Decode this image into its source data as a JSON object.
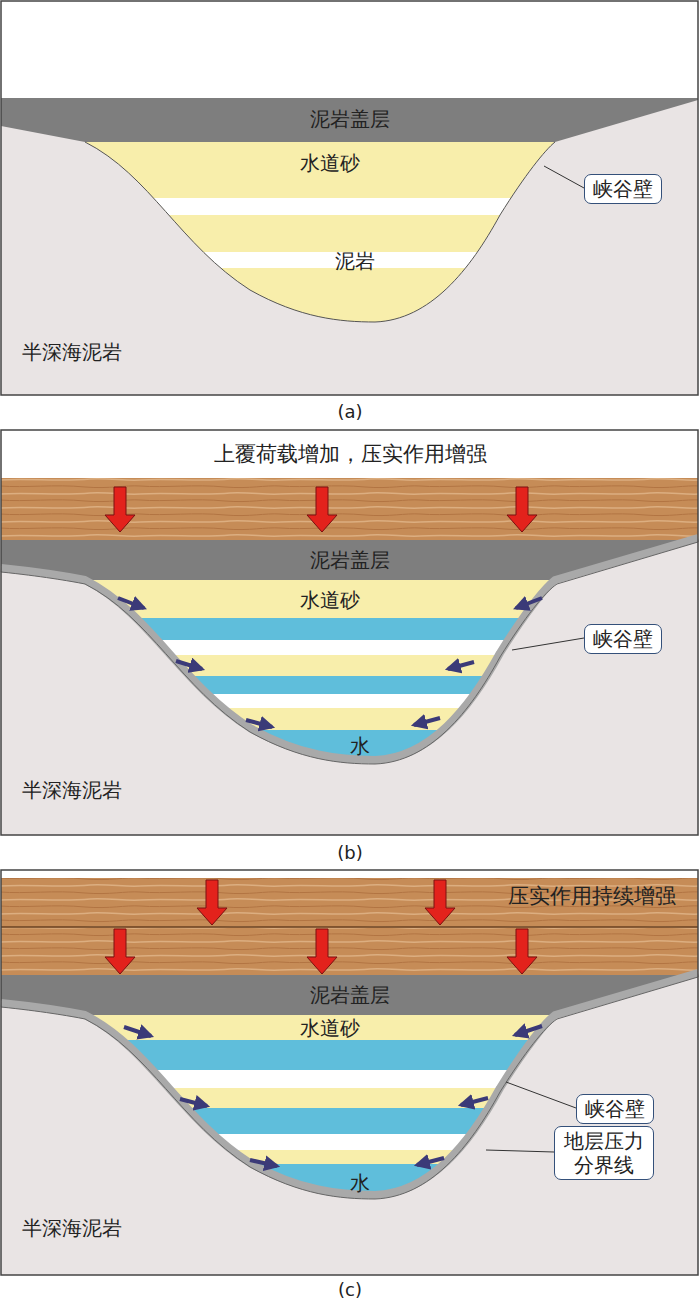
{
  "diagram": {
    "nodes": [
      {
        "text": [
          "峡谷壁"
        ]
      },
      {
        "text": [
          "峡谷壁"
        ]
      },
      {
        "text": [
          "峡谷壁"
        ]
      },
      {
        "text": [
          "地层压力分界线"
        ]
      }
    ],
    "labels": [
      "泥岩盖层",
      "水道砂",
      "泥岩",
      "半深海泥岩",
      "(a)",
      "上覆荷载增加，压实作用增强",
      "泥岩盖层",
      "水道砂",
      "水",
      "半深海泥岩",
      "(b)",
      "压实作用持续增强",
      "泥岩盖层",
      "水道砂",
      "水",
      "半深海泥岩",
      "(c)"
    ]
  }
}
